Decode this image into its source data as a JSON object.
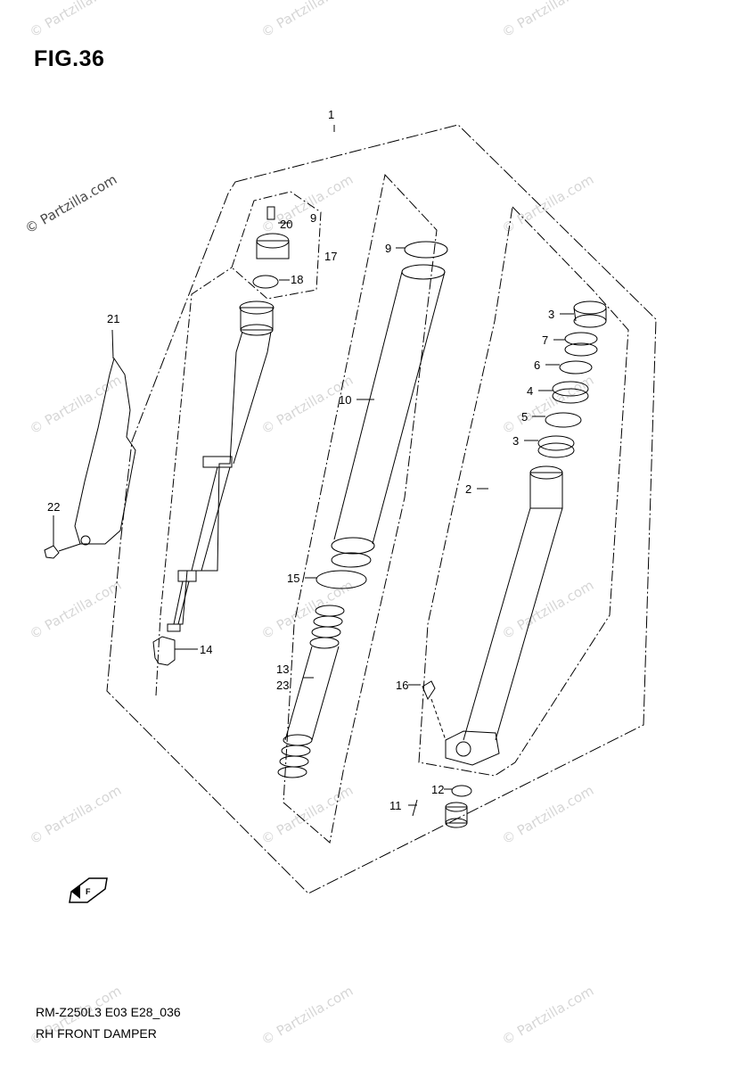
{
  "figure": {
    "title": "FIG.36"
  },
  "footer": {
    "code": "RM-Z250L3 E03 E28_036",
    "name": "RH FRONT DAMPER"
  },
  "watermark": {
    "text": "© Partzilla.com"
  },
  "parts": {
    "p1": "1",
    "p2": "2",
    "p3a": "3",
    "p3b": "3",
    "p4": "4",
    "p5": "5",
    "p6": "6",
    "p7": "7",
    "p9a": "9",
    "p9b": "9",
    "p10": "10",
    "p11": "11",
    "p12": "12",
    "p13": "13",
    "p14": "14",
    "p15": "15",
    "p16": "16",
    "p17": "17",
    "p18": "18",
    "p20": "20",
    "p21": "21",
    "p22": "22",
    "p23": "23"
  },
  "icons": {
    "front_arrow": "front-direction-arrow-icon"
  }
}
